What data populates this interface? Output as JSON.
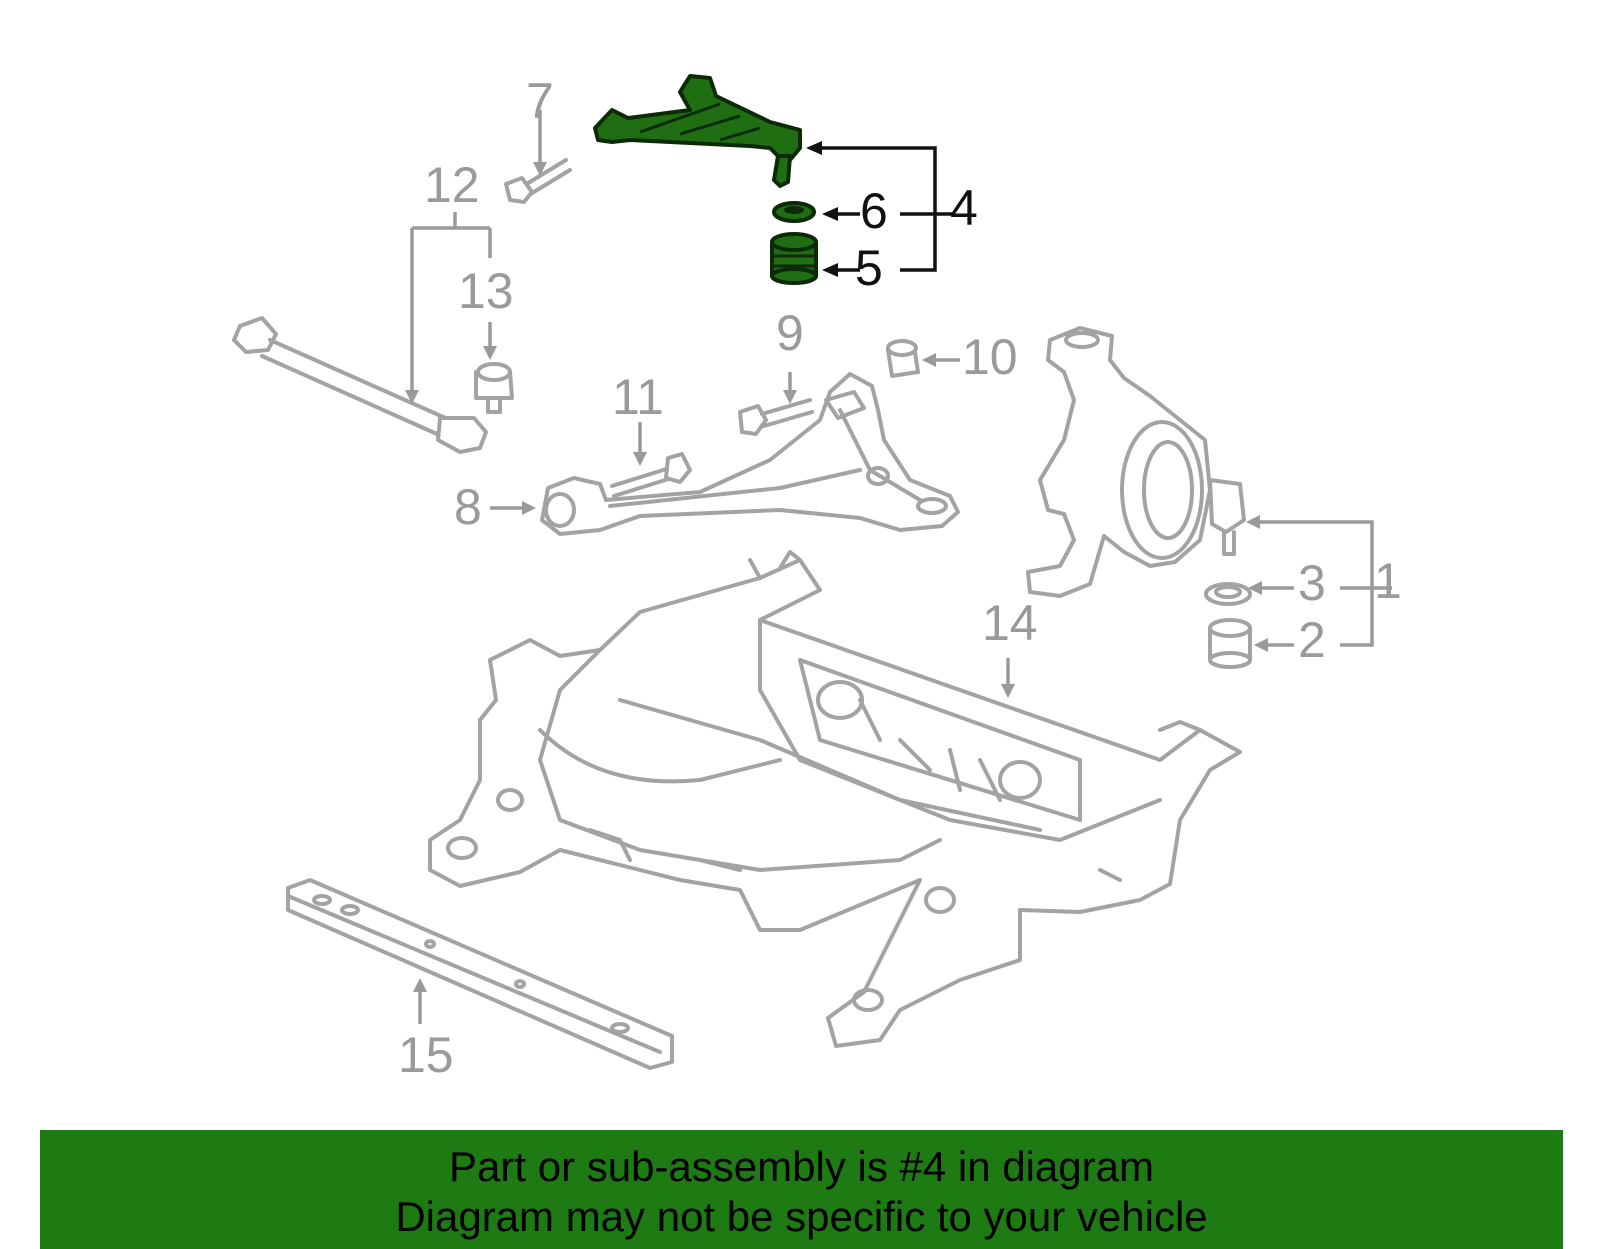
{
  "callouts": {
    "c1": "1",
    "c2": "2",
    "c3": "3",
    "c4": "4",
    "c5": "5",
    "c6": "6",
    "c7": "7",
    "c8": "8",
    "c9": "9",
    "c10": "10",
    "c11": "11",
    "c12": "12",
    "c13": "13",
    "c14": "14",
    "c15": "15"
  },
  "highlight": {
    "part_number": "4",
    "color": "#1e7a12"
  },
  "banner": {
    "line1": "Part or sub-assembly is #4 in diagram",
    "line2": "Diagram may not be specific to your vehicle"
  }
}
